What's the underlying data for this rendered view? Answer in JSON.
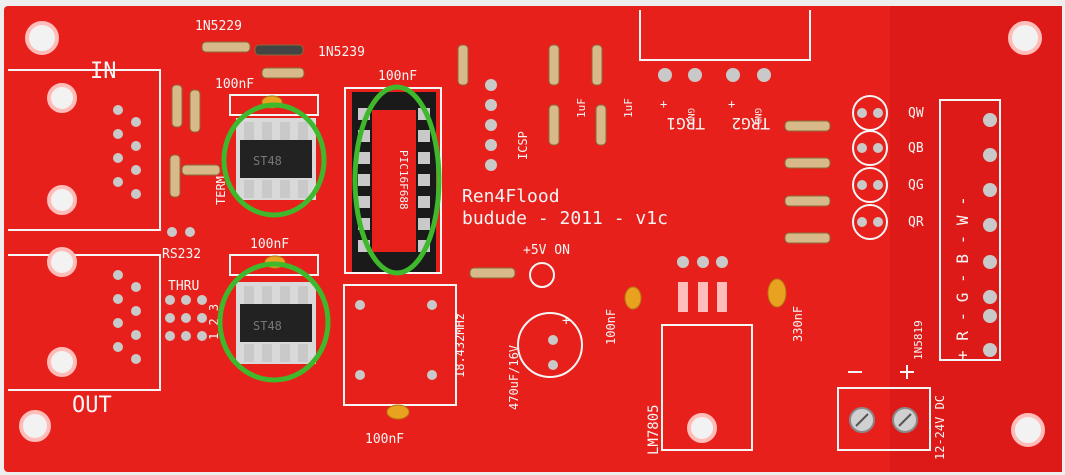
{
  "board": {
    "title_line1": "Ren4Flood",
    "title_line2": "budude - 2011 - v1c",
    "colors": {
      "board": "#e8201c",
      "board_edge": "#c81512",
      "silkscreen": "#f5f5f5",
      "pad": "#c9c9c9",
      "highlight_circle": "#3fb82c",
      "background": "#eeeeee"
    }
  },
  "labels": {
    "in": "IN",
    "out": "OUT",
    "rs232": "RS232",
    "thru": "THRU",
    "thru_pins": "1 2 3",
    "term": "TERM",
    "diode_1n5229": "1N5229",
    "diode_1n5239": "1N5239",
    "cap_100nf_a": "100nF",
    "cap_100nf_b": "100nF",
    "cap_100nf_c": "100nF",
    "cap_100nf_d": "100nF",
    "cap_100nf_e": "100nF",
    "icsp": "ICSP",
    "cap_1uf_a": "1uF",
    "cap_1uf_b": "1uF",
    "trg1": "TRG1",
    "trg2": "TRG2",
    "gnd_a": "GND",
    "gnd_b": "GND",
    "plus_a": "+",
    "plus_b": "+",
    "qw": "QW",
    "qb": "QB",
    "qg": "QG",
    "qr": "QR",
    "connector_pins": "+ R - G - B - W -",
    "led_5v_on": "+5V ON",
    "crystal": "18.432MHz",
    "elcap": "470uF/16V",
    "regulator": "LM7805",
    "cap_330nf": "330nF",
    "diode_1n5819": "1N5819",
    "power_in": "12-24V DC",
    "chip_top": "ST48",
    "chip_bottom": "ST48",
    "mcu": "PIC16F688"
  }
}
